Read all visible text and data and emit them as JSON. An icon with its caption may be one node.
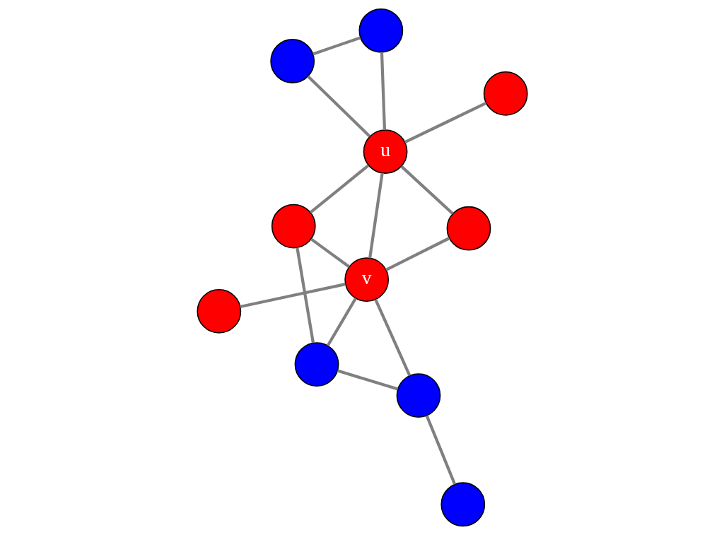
{
  "diagram": {
    "nodes": [
      {
        "text": [],
        "shape": "circle"
      },
      {
        "text": [],
        "shape": "circle"
      },
      {
        "text": [],
        "shape": "circle"
      },
      {
        "text": [],
        "shape": "circle"
      },
      {
        "text": [],
        "shape": "circle"
      },
      {
        "text": [
          "u"
        ]
      },
      {
        "text": [
          "v"
        ]
      },
      {
        "text": [],
        "shape": "circle"
      },
      {
        "text": [],
        "shape": "circle"
      },
      {
        "text": [],
        "shape": "circle"
      },
      {
        "text": [],
        "shape": "circle"
      }
    ],
    "edges": [
      {
        "from": 0,
        "to": 4,
        "arrow": "none"
      },
      {
        "from": 0,
        "to": 5,
        "arrow": "none"
      },
      {
        "from": 1,
        "to": 5,
        "arrow": "none"
      },
      {
        "from": 2,
        "to": 5,
        "arrow": "none"
      },
      {
        "from": 1,
        "to": 6,
        "arrow": "none"
      },
      {
        "from": 2,
        "to": 6,
        "arrow": "none"
      },
      {
        "from": 2,
        "to": 8,
        "arrow": "none"
      },
      {
        "from": 3,
        "to": 6,
        "arrow": "none"
      },
      {
        "from": 4,
        "to": 5,
        "arrow": "none"
      },
      {
        "from": 5,
        "to": 6,
        "arrow": "none"
      },
      {
        "from": 5,
        "to": 7,
        "arrow": "none"
      },
      {
        "from": 6,
        "to": 8,
        "arrow": "none"
      },
      {
        "from": 6,
        "to": 9,
        "arrow": "none"
      },
      {
        "from": 8,
        "to": 9,
        "arrow": "none"
      },
      {
        "from": 9,
        "to": 10,
        "arrow": "none"
      }
    ]
  }
}
